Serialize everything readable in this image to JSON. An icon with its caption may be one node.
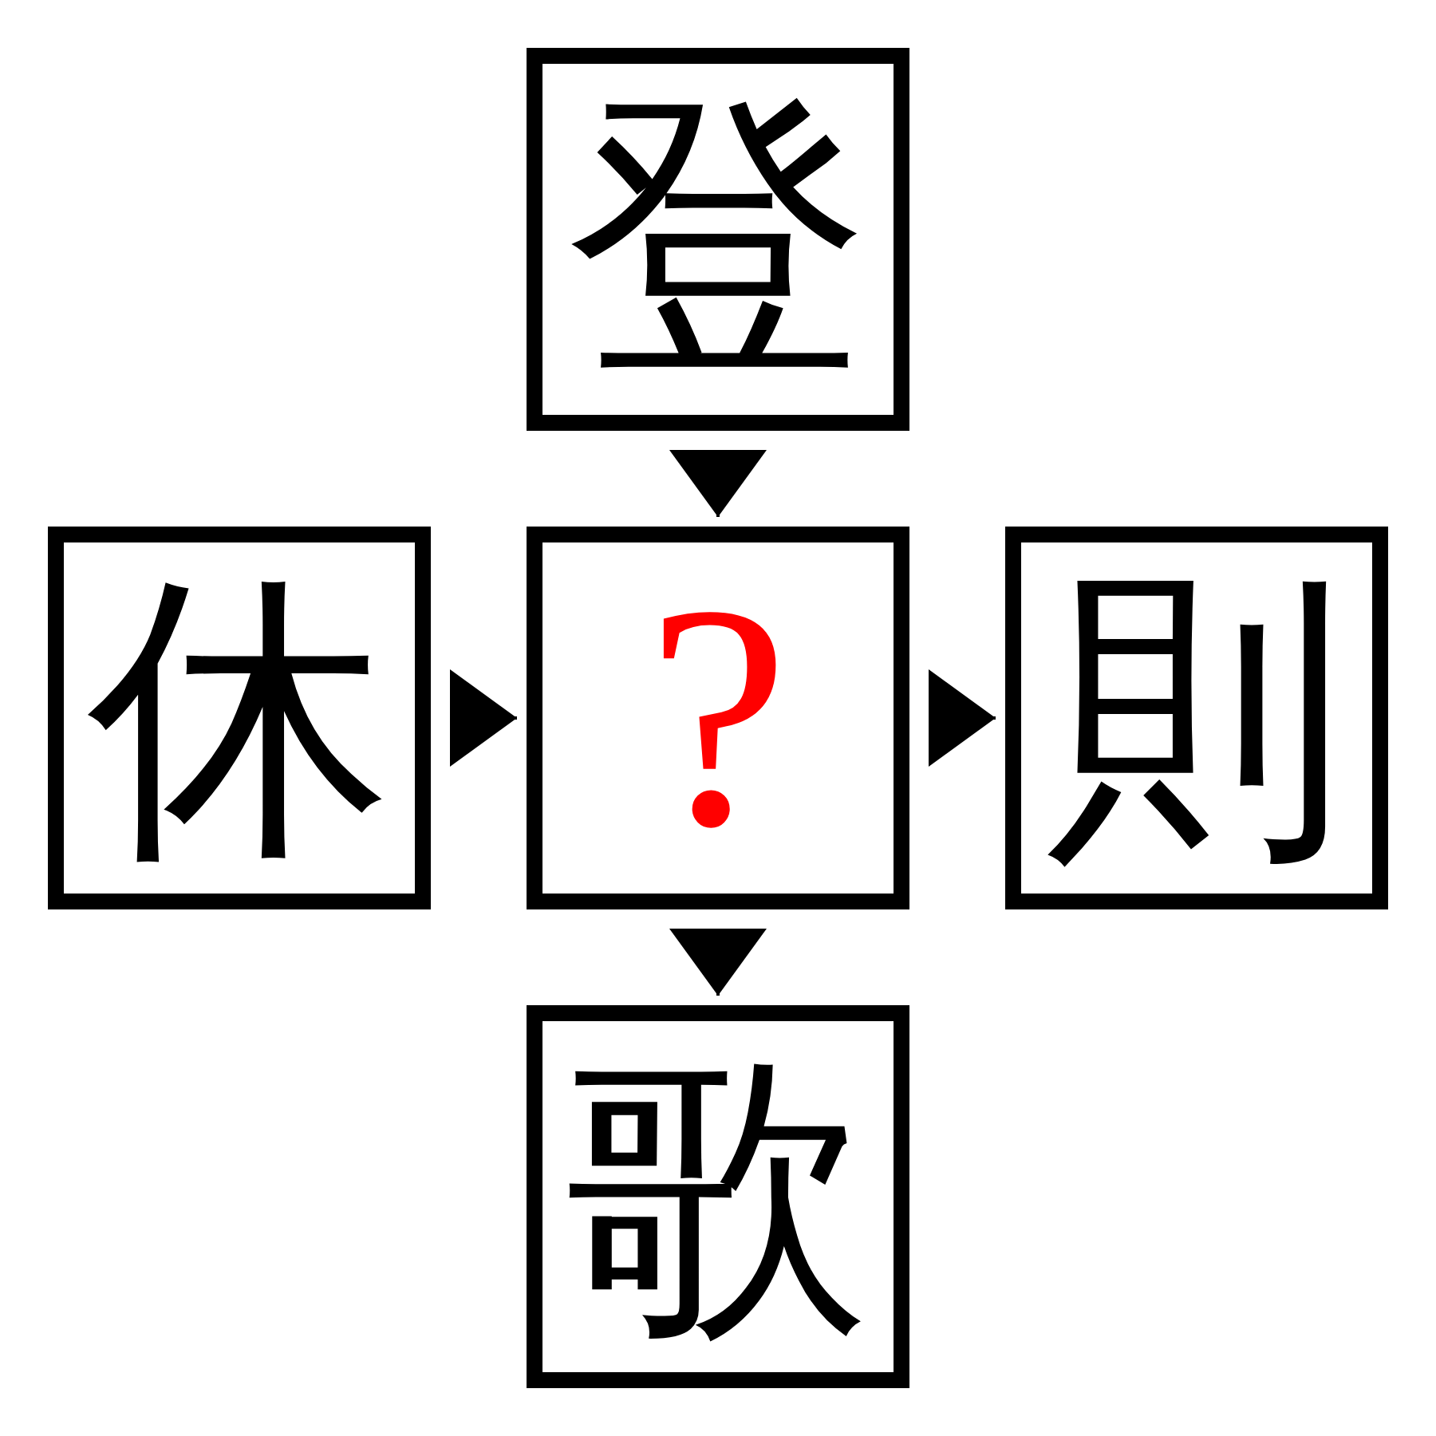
{
  "diagram": {
    "nodes": [
      {
        "text": [
          "登"
        ]
      },
      {
        "text": [
          "休"
        ]
      },
      {
        "text": [
          "?"
        ]
      },
      {
        "text": [
          "則"
        ]
      },
      {
        "text": [
          "歌"
        ]
      }
    ],
    "edges": [
      {
        "from": 0,
        "to": 2,
        "arrow": "to"
      },
      {
        "from": 1,
        "to": 2,
        "arrow": "to"
      },
      {
        "from": 2,
        "to": 3,
        "arrow": "to"
      },
      {
        "from": 2,
        "to": 4,
        "arrow": "to"
      }
    ]
  }
}
